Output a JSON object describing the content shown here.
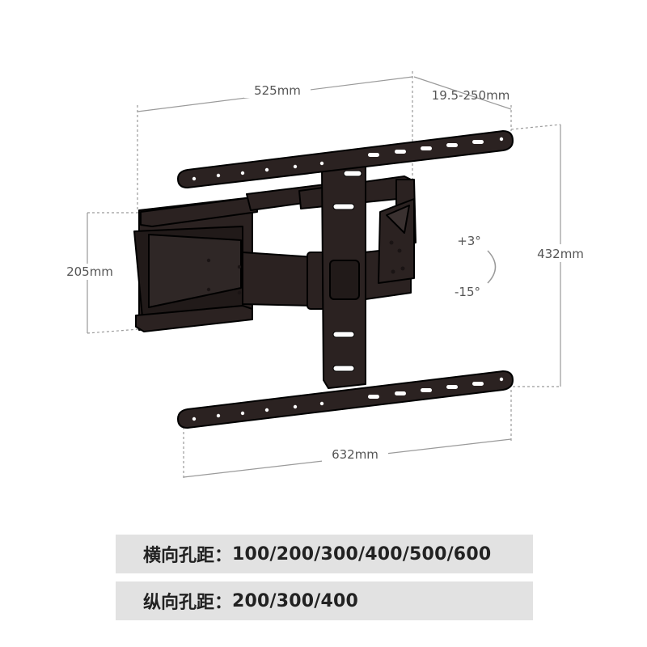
{
  "dimensions": {
    "top_width": "525mm",
    "depth_range": "19.5-250mm",
    "height": "432mm",
    "arm_height": "205mm",
    "bottom_width": "632mm",
    "tilt_up": "+3°",
    "tilt_down": "-15°"
  },
  "specs": [
    {
      "label": "横向孔距：",
      "value": "100/200/300/400/500/600"
    },
    {
      "label": "纵向孔距：",
      "value": "200/300/400"
    }
  ],
  "colors": {
    "product": "#2b2221",
    "product_outline": "#000000",
    "dimension_line": "#9a9a9a",
    "spec_background": "#e2e2e2"
  }
}
